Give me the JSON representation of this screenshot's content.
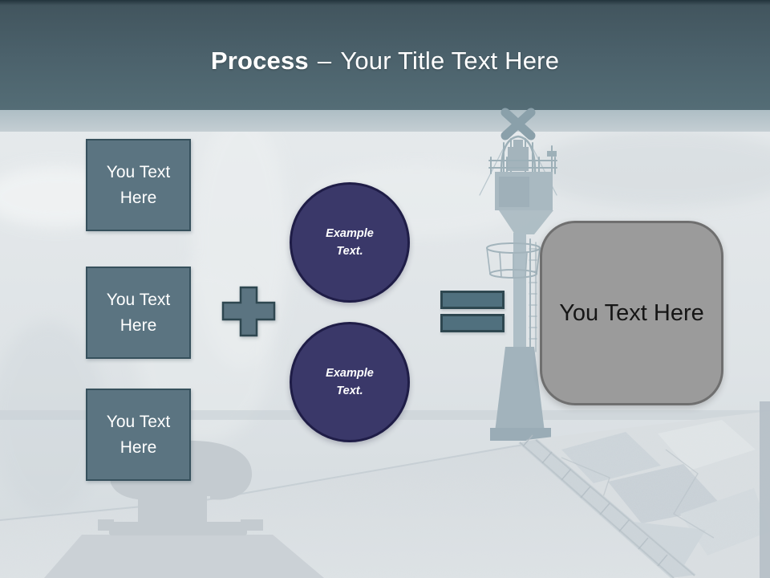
{
  "slide_title": {
    "prefix": "Process",
    "dash": "–",
    "suffix": "Your Title Text Here"
  },
  "left_boxes": [
    {
      "label": "You Text Here"
    },
    {
      "label": "You Text Here"
    },
    {
      "label": "You Text Here"
    }
  ],
  "operators": {
    "plus": "+",
    "equals": "="
  },
  "circles": [
    {
      "label": "Example Text."
    },
    {
      "label": "Example Text."
    }
  ],
  "result_box": {
    "label": "You Text Here"
  },
  "colors": {
    "slate": "#5b7481",
    "slate_border": "#36505c",
    "slate2": "#50707e",
    "slate2_border": "#2e4750",
    "navy": "#3a3869",
    "navy_border": "#1f1d47",
    "result_fill": "#9b9b9b",
    "result_border": "#6f6f6f",
    "header_teal": "#4b616b",
    "title_text": "#ffffff"
  }
}
